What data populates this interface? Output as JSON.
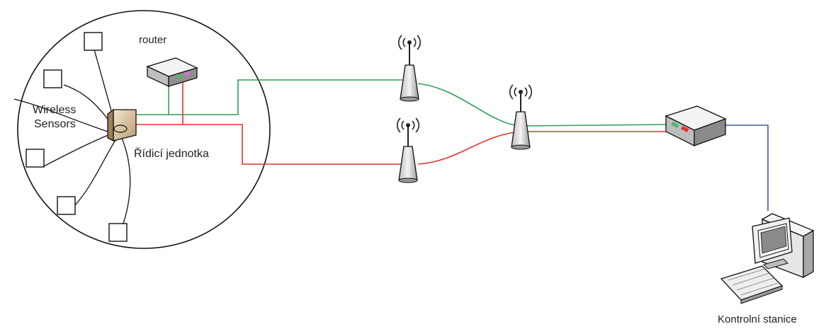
{
  "labels": {
    "router": "router",
    "sensors_line1": "Wireless",
    "sensors_line2": "Sensors",
    "control_unit": "Řídicí jednotka",
    "control_station": "Kontrolní stanice"
  },
  "colors": {
    "background": "#ffffff",
    "outline": "#111111",
    "green_link": "#2e9e5a",
    "red_link": "#e0342b",
    "blue_link": "#3b5b9a",
    "device_gray": "#d9d9d9",
    "device_dark": "#7a7a7a",
    "control_unit_fill": "#f0dcc0"
  },
  "icons": {
    "sensor": "square-sensor-icon",
    "router": "router-icon",
    "control_unit": "control-unit-icon",
    "antenna": "antenna-tower-icon",
    "switch": "switch-icon",
    "workstation": "computer-workstation-icon"
  }
}
